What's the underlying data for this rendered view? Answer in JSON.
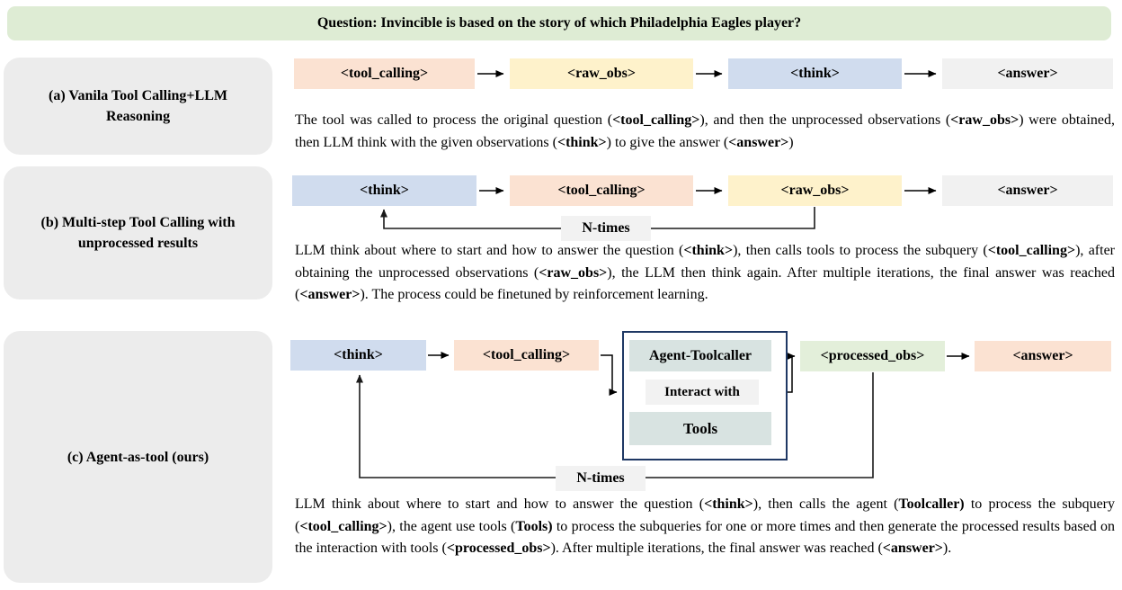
{
  "question": "Question: Invincible is based on the story of which Philadelphia Eagles player?",
  "colors": {
    "banner_bg": "#deecd4",
    "peach": "#fbe2d2",
    "yellow": "#fef2cb",
    "blue": "#d0dcee",
    "gray_box": "#f1f1f1",
    "green_box": "#e3efda",
    "teal_box": "#d8e3e1",
    "sidebar_bg": "#ececec",
    "container_border": "#1f3864",
    "interact_arrow_blue": "#4472c4"
  },
  "row_a": {
    "label": "(a) Vanila Tool Calling+LLM Reasoning",
    "box1": "<tool_calling>",
    "box2": "<raw_obs>",
    "box3": "<think>",
    "box4": "<answer>",
    "desc": [
      {
        "t": "The tool was called to process the original question ("
      },
      {
        "t": "<tool_calling>",
        "b": true
      },
      {
        "t": "), and then the unprocessed observations ("
      },
      {
        "t": "<raw_obs>",
        "b": true
      },
      {
        "t": ") were obtained, then LLM think with the given observations ("
      },
      {
        "t": "<think>",
        "b": true
      },
      {
        "t": ") to give the answer ("
      },
      {
        "t": "<answer>",
        "b": true
      },
      {
        "t": ")"
      }
    ]
  },
  "row_b": {
    "label": "(b) Multi-step Tool Calling with unprocessed results",
    "box1": "<think>",
    "box2": "<tool_calling>",
    "box3": "<raw_obs>",
    "box4": "<answer>",
    "loop_label": "N-times",
    "desc": [
      {
        "t": "LLM think about where to start and how to answer the question ("
      },
      {
        "t": "<think>",
        "b": true
      },
      {
        "t": "), then calls tools to process the subquery ("
      },
      {
        "t": "<tool_calling>",
        "b": true
      },
      {
        "t": "), after obtaining the unprocessed observations ("
      },
      {
        "t": "<raw_obs>",
        "b": true
      },
      {
        "t": "), the LLM then think again. After multiple iterations, the final answer was reached ("
      },
      {
        "t": "<answer>",
        "b": true
      },
      {
        "t": "). The process could be finetuned by reinforcement learning."
      }
    ]
  },
  "row_c": {
    "label": "(c) Agent-as-tool (ours)",
    "box1": "<think>",
    "box2": "<tool_calling>",
    "agent_box": "Agent-Toolcaller",
    "interact_label": "Interact with",
    "tools_box": "Tools",
    "box3": "<processed_obs>",
    "box4": "<answer>",
    "loop_label": "N-times",
    "desc": [
      {
        "t": "LLM think about where to start and how to answer the question ("
      },
      {
        "t": "<think>",
        "b": true
      },
      {
        "t": "), then calls the agent ("
      },
      {
        "t": "Toolcaller)",
        "b": true
      },
      {
        "t": " to process the subquery ("
      },
      {
        "t": "<tool_calling>",
        "b": true
      },
      {
        "t": "), the agent use tools ("
      },
      {
        "t": "Tools)",
        "b": true
      },
      {
        "t": " to process the subqueries for one or more times and then generate the processed results based on the interaction with tools ("
      },
      {
        "t": "<processed_obs>",
        "b": true
      },
      {
        "t": "). After multiple iterations, the final answer was reached ("
      },
      {
        "t": "<answer>",
        "b": true
      },
      {
        "t": ")."
      }
    ]
  }
}
